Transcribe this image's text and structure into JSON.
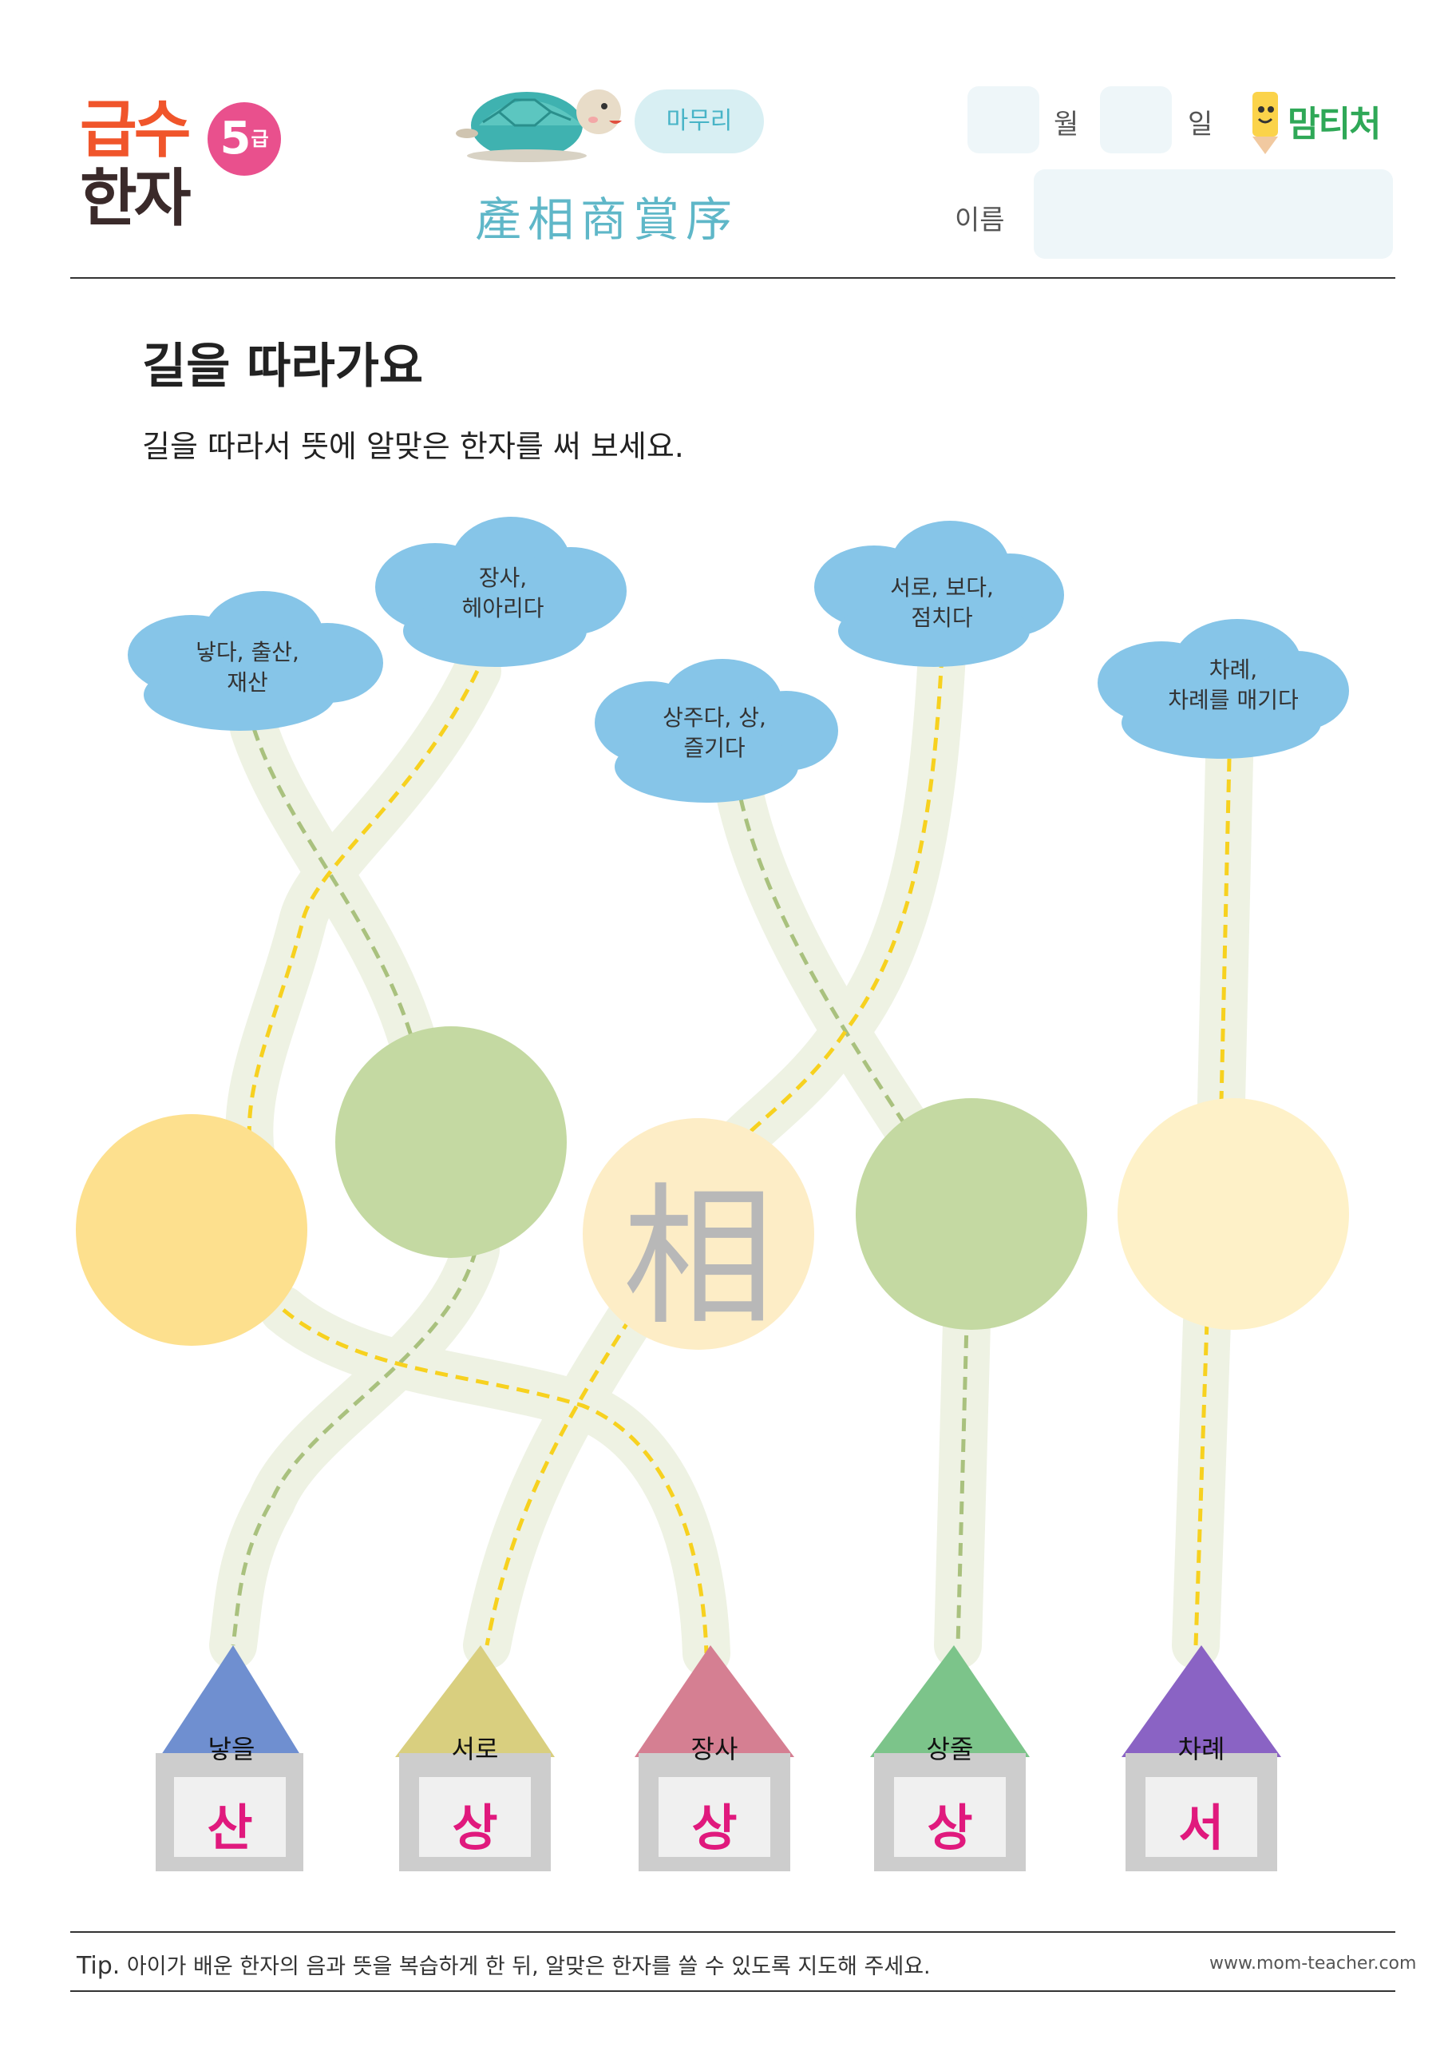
{
  "header": {
    "logo_line1": "급수",
    "logo_line2": "한자",
    "logo_grade": "5",
    "logo_grade_suffix": "급",
    "stage_badge": "마무리",
    "hanja_title": "產相商賞序",
    "month_label": "월",
    "day_label": "일",
    "name_label": "이름",
    "brand": "맘티처"
  },
  "title": "길을 따라가요",
  "instruction": "길을 따라서 뜻에 알맞은 한자를 써 보세요.",
  "clouds": [
    {
      "text": "낳다, 출산,\n재산",
      "color": "#86c5e8"
    },
    {
      "text": "장사,\n헤아리다",
      "color": "#86c5e8"
    },
    {
      "text": "상주다, 상,\n즐기다",
      "color": "#86c5e8"
    },
    {
      "text": "서로, 보다,\n점치다",
      "color": "#86c5e8"
    },
    {
      "text": "차례,\n차례를 매기다",
      "color": "#86c5e8"
    }
  ],
  "circles": [
    {
      "color": "#fde08e",
      "hint": ""
    },
    {
      "color": "#c4d9a2",
      "hint": ""
    },
    {
      "color": "#fdedc6",
      "hint": "相"
    },
    {
      "color": "#c4d9a2",
      "hint": ""
    },
    {
      "color": "#fef1c8",
      "hint": ""
    }
  ],
  "houses": [
    {
      "label": "낳을",
      "reading": "산",
      "roof": "#6f8fd0"
    },
    {
      "label": "서로",
      "reading": "상",
      "roof": "#d9cf7f"
    },
    {
      "label": "장사",
      "reading": "상",
      "roof": "#d57f92"
    },
    {
      "label": "상줄",
      "reading": "상",
      "roof": "#7cc48a"
    },
    {
      "label": "차례",
      "reading": "서",
      "roof": "#8a63c4"
    }
  ],
  "colors": {
    "path": "#eef2e3",
    "dash_yellow": "#f7d11f",
    "dash_green": "#a9c17e",
    "reading": "#e0197d"
  },
  "footer": {
    "tip_prefix": "Tip.",
    "tip": "아이가 배운 한자의 음과 뜻을 복습하게 한 뒤, 알맞은 한자를 쓸 수 있도록 지도해 주세요.",
    "website": "www.mom-teacher.com"
  }
}
